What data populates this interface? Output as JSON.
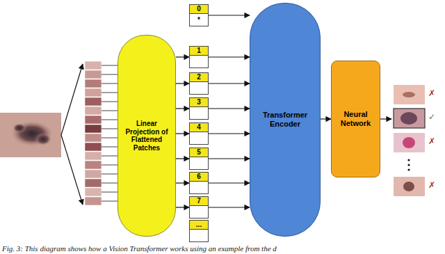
{
  "diagram": {
    "caption": "Fig. 3: This diagram shows how a Vision Transformer works using an example from the d",
    "nodes": [
      {
        "text": [
          "Linear Projection of Flattened Patches"
        ]
      },
      {
        "text": [
          "0",
          "*"
        ]
      },
      {
        "text": [
          "1"
        ]
      },
      {
        "text": [
          "2"
        ]
      },
      {
        "text": [
          "3"
        ]
      },
      {
        "text": [
          "4"
        ]
      },
      {
        "text": [
          "5"
        ]
      },
      {
        "text": [
          "6"
        ]
      },
      {
        "text": [
          "7"
        ]
      },
      {
        "text": [
          "..."
        ]
      },
      {
        "text": [
          "Transformer Encoder"
        ]
      },
      {
        "text": [
          "Neural Network"
        ]
      }
    ],
    "edges": [
      {
        "from": 0,
        "to": 2,
        "arrow": "to"
      },
      {
        "from": 0,
        "to": 3,
        "arrow": "to"
      },
      {
        "from": 0,
        "to": 4,
        "arrow": "to"
      },
      {
        "from": 0,
        "to": 5,
        "arrow": "to"
      },
      {
        "from": 0,
        "to": 6,
        "arrow": "to"
      },
      {
        "from": 0,
        "to": 7,
        "arrow": "to"
      },
      {
        "from": 0,
        "to": 8,
        "arrow": "to"
      },
      {
        "from": 1,
        "to": 10,
        "arrow": "to"
      },
      {
        "from": 2,
        "to": 10,
        "arrow": "to"
      },
      {
        "from": 3,
        "to": 10,
        "arrow": "to"
      },
      {
        "from": 4,
        "to": 10,
        "arrow": "to"
      },
      {
        "from": 5,
        "to": 10,
        "arrow": "to"
      },
      {
        "from": 6,
        "to": 10,
        "arrow": "to"
      },
      {
        "from": 7,
        "to": 10,
        "arrow": "to"
      },
      {
        "from": 8,
        "to": 10,
        "arrow": "to"
      },
      {
        "from": 10,
        "to": 11,
        "arrow": "to"
      }
    ],
    "labels": [
      "✗",
      "✓",
      "✗",
      "✗"
    ]
  }
}
